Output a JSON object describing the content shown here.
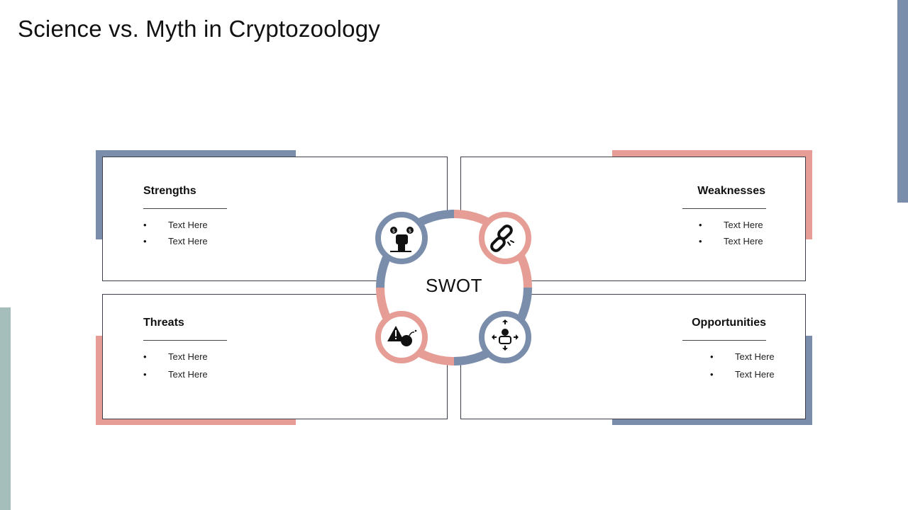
{
  "title": "Science vs. Myth in Cryptozoology",
  "colors": {
    "blue": "#7a8dab",
    "pink": "#e59d95",
    "teal": "#a6bebb",
    "border": "#3a3f4a"
  },
  "center": {
    "label": "SWOT"
  },
  "quadrants": {
    "strengths": {
      "title": "Strengths",
      "items": [
        "Text Here",
        "Text Here"
      ],
      "icon": "raised-fist-coins-icon"
    },
    "weaknesses": {
      "title": "Weaknesses",
      "items": [
        "Text Here",
        "Text Here"
      ],
      "icon": "broken-link-icon"
    },
    "threats": {
      "title": "Threats",
      "items": [
        "Text Here",
        "Text Here"
      ],
      "icon": "warning-bomb-icon"
    },
    "opportunities": {
      "title": "Opportunities",
      "items": [
        "Text Here",
        "Text Here"
      ],
      "icon": "person-arrows-icon"
    }
  }
}
